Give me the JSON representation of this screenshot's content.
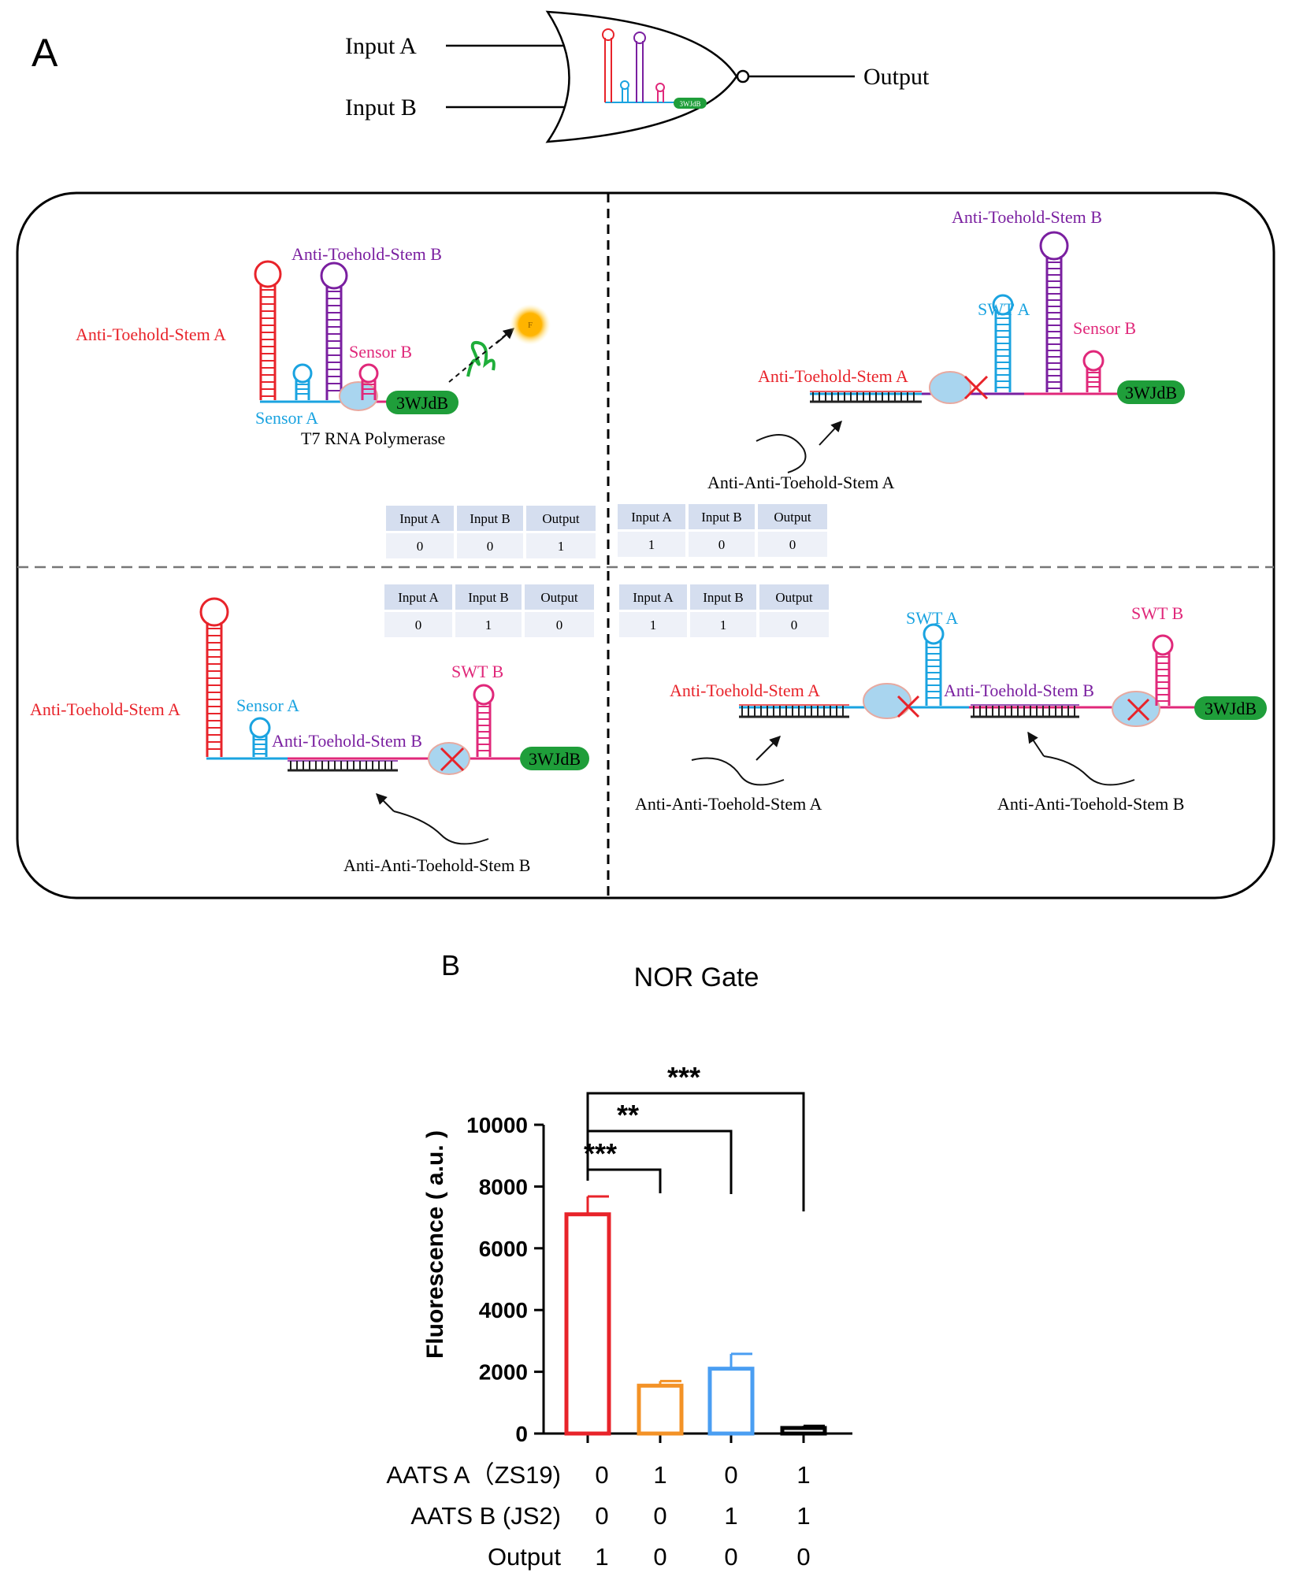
{
  "panel_a": {
    "label": "A",
    "gate": {
      "input_a": "Input A",
      "input_b": "Input B",
      "output": "Output",
      "tag": "3WJdB"
    },
    "q00": {
      "anti_toehold_stem_a": "Anti-Toehold-Stem A",
      "anti_toehold_stem_b": "Anti-Toehold-Stem B",
      "sensor_a": "Sensor A",
      "sensor_b": "Sensor B",
      "tag": "3WJdB",
      "polymerase": "T7 RNA Polymerase",
      "fluor": "F"
    },
    "q10": {
      "anti_toehold_stem_b": "Anti-Toehold-Stem B",
      "swt_a": "SWT A",
      "sensor_b": "Sensor B",
      "anti_toehold_stem_a": "Anti-Toehold-Stem A",
      "tag": "3WJdB",
      "anti_anti_a": "Anti-Anti-Toehold-Stem A"
    },
    "q01": {
      "anti_toehold_stem_a": "Anti-Toehold-Stem A",
      "sensor_a": "Sensor A",
      "anti_toehold_stem_b": "Anti-Toehold-Stem B",
      "swt_b": "SWT B",
      "tag": "3WJdB",
      "anti_anti_b": "Anti-Anti-Toehold-Stem B"
    },
    "q11": {
      "swt_a": "SWT A",
      "swt_b": "SWT B",
      "anti_toehold_stem_a": "Anti-Toehold-Stem A",
      "anti_toehold_stem_b": "Anti-Toehold-Stem B",
      "tag": "3WJdB",
      "anti_anti_a": "Anti-Anti-Toehold-Stem A",
      "anti_anti_b": "Anti-Anti-Toehold-Stem B"
    },
    "truth_tables": [
      {
        "headers": [
          "Input A",
          "Input B",
          "Output"
        ],
        "values": [
          "0",
          "0",
          "1"
        ]
      },
      {
        "headers": [
          "Input A",
          "Input B",
          "Output"
        ],
        "values": [
          "1",
          "0",
          "0"
        ]
      },
      {
        "headers": [
          "Input A",
          "Input B",
          "Output"
        ],
        "values": [
          "0",
          "1",
          "0"
        ]
      },
      {
        "headers": [
          "Input A",
          "Input B",
          "Output"
        ],
        "values": [
          "1",
          "1",
          "0"
        ]
      }
    ]
  },
  "panel_b": {
    "label": "B",
    "chart_data": {
      "type": "bar",
      "title": "NOR Gate",
      "ylabel": "Fluorescence ( a.u. )",
      "ylim": [
        0,
        10000
      ],
      "yticks": [
        "0",
        "2000",
        "4000",
        "6000",
        "8000",
        "10000"
      ],
      "bars": [
        {
          "value": 7100,
          "error": 580,
          "color": "#e8232a"
        },
        {
          "value": 1550,
          "error": 150,
          "color": "#f39226"
        },
        {
          "value": 2100,
          "error": 480,
          "color": "#4a9ef2"
        },
        {
          "value": 180,
          "error": 70,
          "color": "#000000"
        }
      ],
      "rows": [
        {
          "label": "AATS A（ZS19)",
          "values": [
            "0",
            "1",
            "0",
            "1"
          ]
        },
        {
          "label": "AATS B (JS2)",
          "values": [
            "0",
            "0",
            "1",
            "1"
          ]
        },
        {
          "label": "Output",
          "values": [
            "1",
            "0",
            "0",
            "0"
          ]
        }
      ],
      "significance": [
        {
          "label": "***",
          "from": 0,
          "to": 1
        },
        {
          "label": "**",
          "from": 0,
          "to": 2
        },
        {
          "label": "***",
          "from": 0,
          "to": 3
        }
      ]
    }
  }
}
